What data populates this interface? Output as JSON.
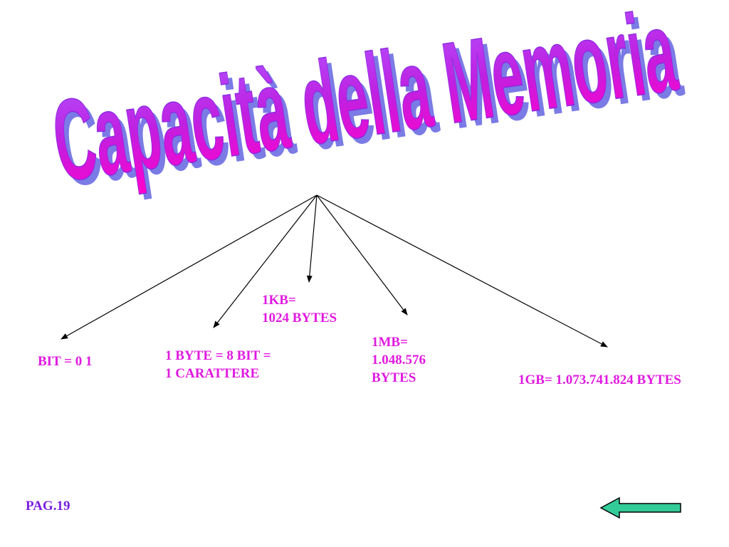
{
  "slide": {
    "title": "Capacità della Memoria",
    "labels": {
      "bit": "BIT = 0  1",
      "byte": "1 BYTE =  8 BIT =\n1 CARATTERE",
      "kb": "1KB=\n1024 BYTES",
      "mb": "1MB=\n1.048.576\nBYTES",
      "gb": "1GB= 1.073.741.824 BYTES"
    },
    "page_number": "PAG.19"
  },
  "colors": {
    "title_top": "#b050ff",
    "title_mid": "#c020e0",
    "title_bottom": "#ff00cc",
    "title_shadow": "#7b7be6",
    "label_text": "#e01ae0",
    "page_text": "#7a1fe0",
    "arrow_line": "#000000",
    "back_arrow_fill": "#33cc99"
  },
  "icons": {
    "back_arrow": "arrow-left-icon"
  }
}
